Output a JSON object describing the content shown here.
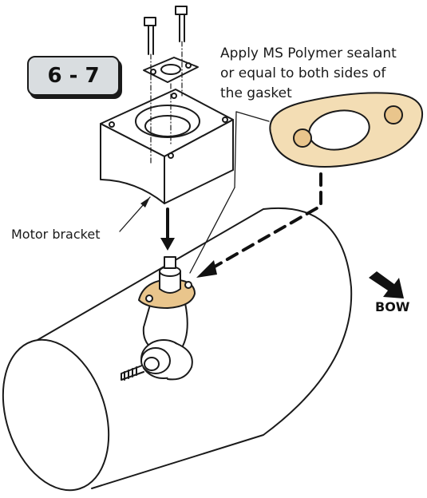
{
  "step": {
    "label": "6 - 7"
  },
  "note": {
    "lines": [
      "Apply MS Polymer sealant",
      "or equal to both sides of",
      "the gasket"
    ]
  },
  "labels": {
    "motor_bracket": "Motor bracket",
    "bow": "BOW"
  },
  "colors": {
    "outline": "#1a1a1a",
    "gasket": "#f3ddb4",
    "gasket_small": "#e9c58c",
    "badge_fill": "#d9dde0"
  },
  "icons": {
    "bow_arrow": "arrow-down-right-icon"
  }
}
